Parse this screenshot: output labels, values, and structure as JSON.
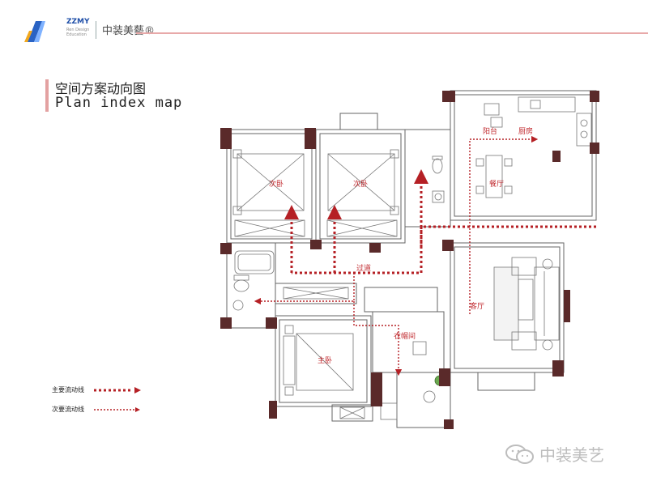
{
  "brand": {
    "logo_text": "ZZMY",
    "logo_sub": "Ren Design Education",
    "name_cn": "中装美藝®"
  },
  "title": {
    "cn": "空间方案动向图",
    "en": "Plan index map"
  },
  "rooms": {
    "bedroom_a": "次卧",
    "bedroom_b": "次卧",
    "balcony": "阳台",
    "kitchen": "厨房",
    "dining": "餐厅",
    "corridor": "过道",
    "living": "客厅",
    "cloakroom": "衣帽间",
    "master": "主卧"
  },
  "legend": {
    "primary": "主要流动线",
    "secondary": "次要流动线"
  },
  "colors": {
    "wall": "#5a2a2a",
    "line": "#666666",
    "flow": "#b52025",
    "accent": "#e3a1a1"
  },
  "watermark": "中装美艺"
}
